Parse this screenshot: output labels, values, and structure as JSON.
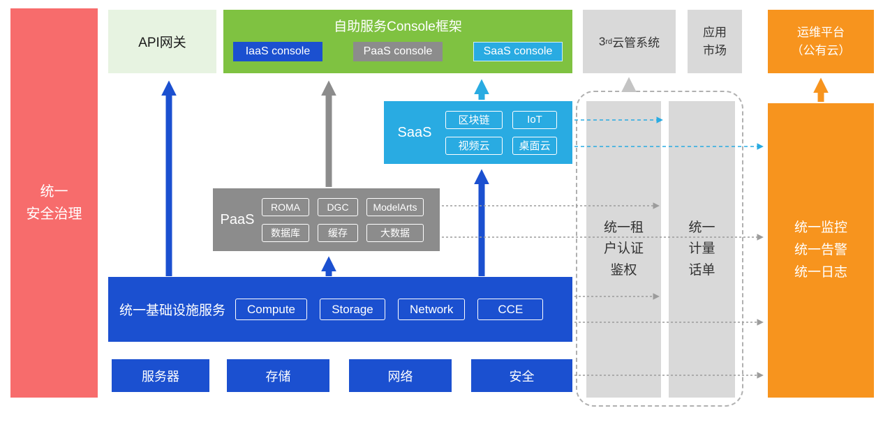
{
  "colors": {
    "red": "#F76C6C",
    "light_green": "#E7F3E1",
    "green": "#7FC241",
    "blue": "#1B50D0",
    "gray": "#8C8C8C",
    "light_gray": "#D9D9D9",
    "cyan": "#29ABE2",
    "orange": "#F7941E"
  },
  "left_bar": {
    "label": "统一\n安全治理"
  },
  "api_gateway": {
    "label": "API网关"
  },
  "console_frame": {
    "title": "自助服务Console框架",
    "buttons": [
      {
        "label": "IaaS console"
      },
      {
        "label": "PaaS console"
      },
      {
        "label": "SaaS console"
      }
    ]
  },
  "third_party": {
    "prefix": "3",
    "sup": "rd",
    "text": "云管系统"
  },
  "app_market": {
    "label": "应用\n市场"
  },
  "om_platform": {
    "label": "运维平台\n（公有云）"
  },
  "saas": {
    "label": "SaaS",
    "chips": [
      "区块链",
      "IoT",
      "视频云",
      "桌面云"
    ]
  },
  "paas": {
    "label": "PaaS",
    "chips": [
      "ROMA",
      "DGC",
      "ModelArts",
      "数据库",
      "缓存",
      "大数据"
    ]
  },
  "iaas": {
    "label": "统一基础设施服务",
    "chips": [
      "Compute",
      "Storage",
      "Network",
      "CCE"
    ]
  },
  "bottom_row": [
    "服务器",
    "存储",
    "网络",
    "安全"
  ],
  "auth_bar": {
    "label": "统一租\n户认证\n鉴权"
  },
  "metering_bar": {
    "label": "统一\n计量\n话单"
  },
  "monitor_bar": {
    "label": "统一监控\n统一告警\n统一日志"
  }
}
